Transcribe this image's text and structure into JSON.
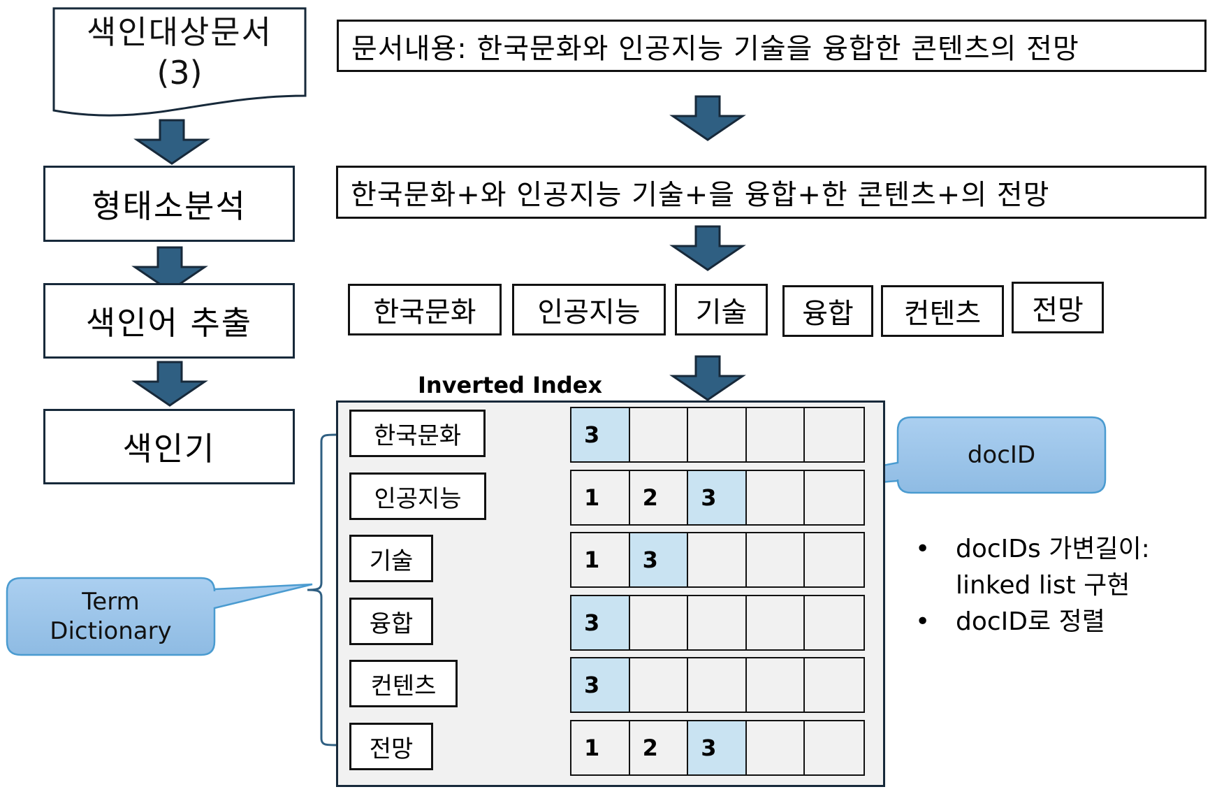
{
  "flow": {
    "steps": [
      {
        "label": "색인대상문서",
        "sublabel": "(3)"
      },
      {
        "label": "형태소분석"
      },
      {
        "label": "색인어 추출"
      },
      {
        "label": "색인기"
      }
    ]
  },
  "pipeline": {
    "document_text": "문서내용: 한국문화와 인공지능 기술을 융합한 콘텐츠의 전망",
    "morph_text": "한국문화+와 인공지능 기술+을 융합+한 콘텐츠+의 전망",
    "tokens": [
      "한국문화",
      "인공지능",
      "기술",
      "융합",
      "컨텐츠",
      "전망"
    ]
  },
  "index": {
    "title": "Inverted Index",
    "rows": [
      {
        "term": "한국문화",
        "docids": [
          "3",
          "",
          "",
          "",
          ""
        ],
        "highlight": 0
      },
      {
        "term": "인공지능",
        "docids": [
          "1",
          "2",
          "3",
          "",
          ""
        ],
        "highlight": 2
      },
      {
        "term": "기술",
        "docids": [
          "1",
          "3",
          "",
          "",
          ""
        ],
        "highlight": 1
      },
      {
        "term": "융합",
        "docids": [
          "3",
          "",
          "",
          "",
          ""
        ],
        "highlight": 0
      },
      {
        "term": "컨텐츠",
        "docids": [
          "3",
          "",
          "",
          "",
          ""
        ],
        "highlight": 0
      },
      {
        "term": "전망",
        "docids": [
          "1",
          "2",
          "3",
          "",
          ""
        ],
        "highlight": 2
      }
    ]
  },
  "callouts": {
    "term_dictionary": "Term\nDictionary",
    "docid": "docID"
  },
  "notes": {
    "bullets": [
      "docIDs 가변길이:\nlinked list 구현",
      "docID로 정렬"
    ],
    "bullet_char": "•"
  },
  "colors": {
    "arrow_fill": "#2f5f82",
    "arrow_stroke": "#17293a",
    "connector": "#2f5f82",
    "highlight_cell": "#c9e3f2",
    "callout_fill_top": "#abcff0",
    "callout_fill_bottom": "#8ebbe3",
    "callout_border": "#4a9bd0"
  }
}
